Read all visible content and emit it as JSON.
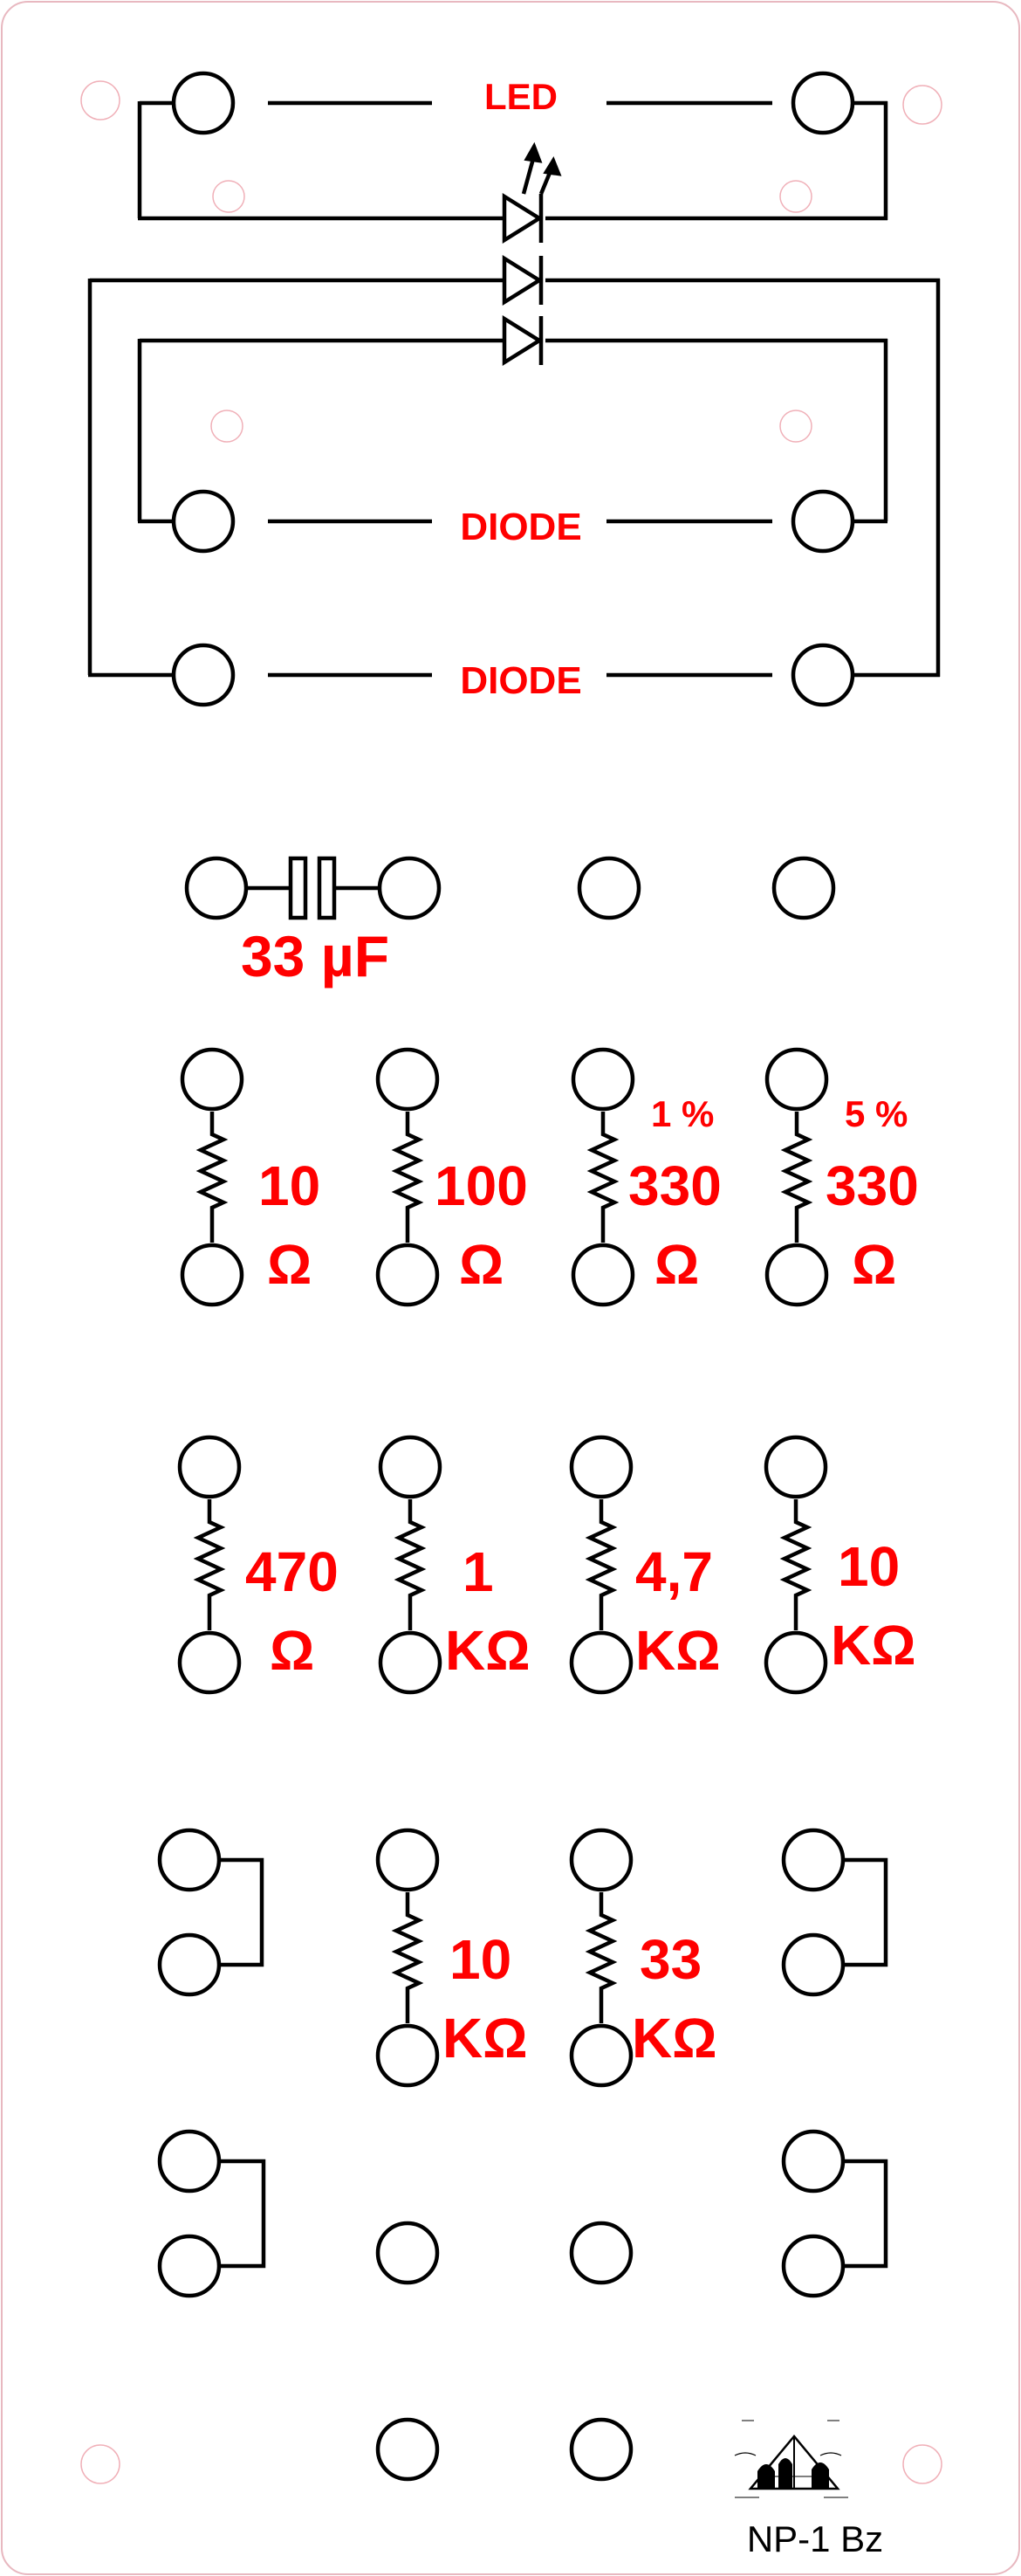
{
  "panel": {
    "model_label": "NP-1 Bz",
    "label_color": "#ff0000",
    "line_color": "#000000",
    "outline_color": "#e8b8c0"
  },
  "diodes": {
    "led_label": "LED",
    "diode1_label": "DIODE",
    "diode2_label": "DIODE"
  },
  "capacitor": {
    "value_label": "33 µF"
  },
  "resistors_row1": {
    "r10_value": "10",
    "r10_unit": "Ω",
    "r100_value": "100",
    "r100_unit": "Ω",
    "r330a_tolerance": "1 %",
    "r330a_value": "330",
    "r330a_unit": "Ω",
    "r330b_tolerance": "5 %",
    "r330b_value": "330",
    "r330b_unit": "Ω"
  },
  "resistors_row2": {
    "r470_value": "470",
    "r470_unit": "Ω",
    "r1k_value": "1",
    "r1k_unit": "KΩ",
    "r4k7_value": "4,7",
    "r4k7_unit": "KΩ",
    "r10k_value": "10",
    "r10k_unit": "KΩ"
  },
  "resistors_row3": {
    "r10k_value": "10",
    "r10k_unit": "KΩ",
    "r33k_value": "33",
    "r33k_unit": "KΩ"
  },
  "logo": {
    "icon": "lab-logo-icon"
  }
}
